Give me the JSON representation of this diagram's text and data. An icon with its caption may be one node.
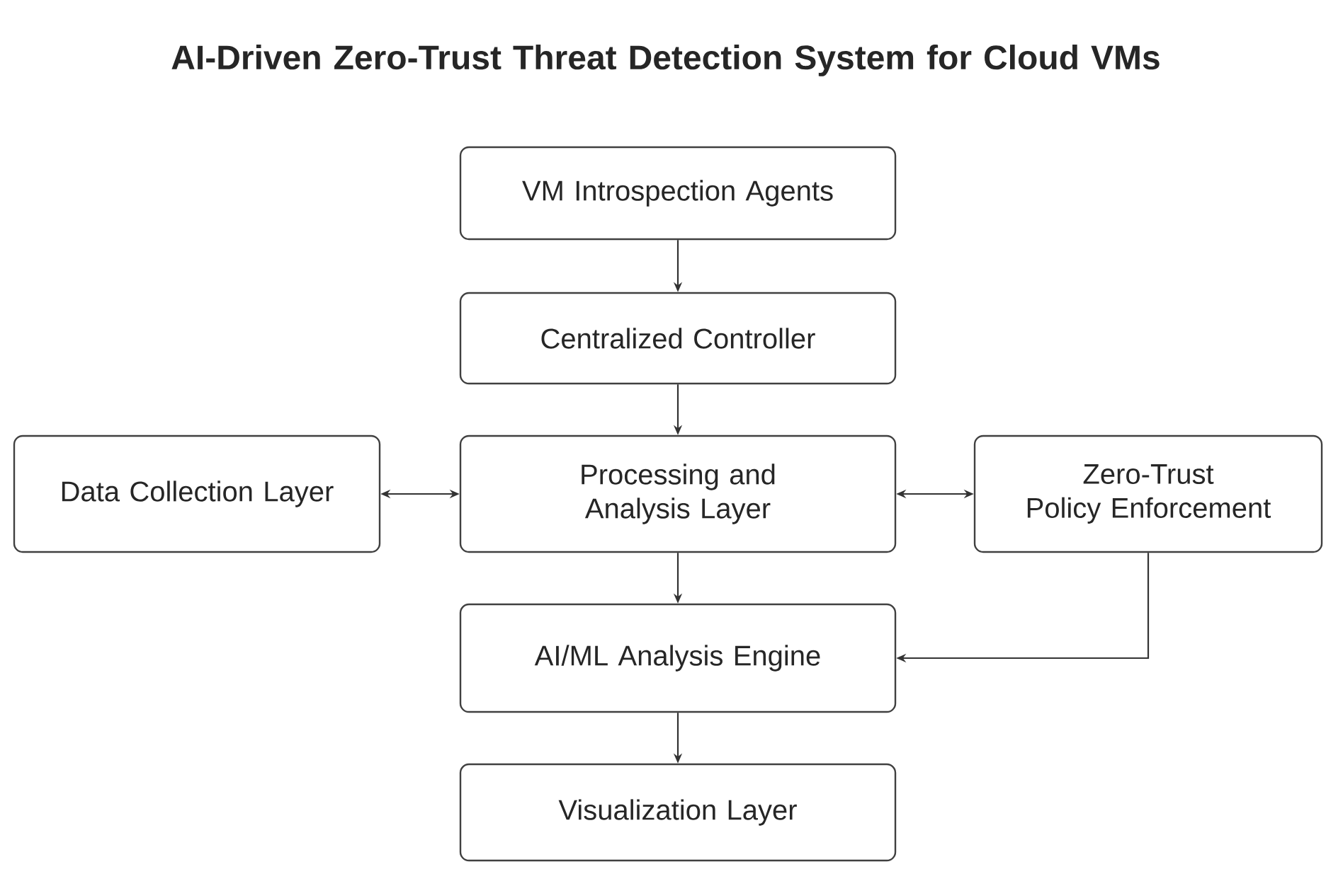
{
  "diagram": {
    "title": "AI-Driven Zero-Trust Threat Detection System for Cloud VMs",
    "nodes": [
      {
        "text": [
          "VM Introspection Agents"
        ]
      },
      {
        "text": [
          "Centralized Controller"
        ]
      },
      {
        "text": [
          "Data Collection Layer"
        ]
      },
      {
        "text": [
          "Processing and Analysis Layer"
        ]
      },
      {
        "text": [
          "Zero-Trust Policy Enforcement"
        ]
      },
      {
        "text": [
          "AI/ML Analysis Engine"
        ]
      },
      {
        "text": [
          "Visualization Layer"
        ]
      }
    ],
    "edges": [
      {
        "from": 0,
        "to": 1,
        "arrow": "to"
      },
      {
        "from": 1,
        "to": 3,
        "arrow": "to"
      },
      {
        "from": 2,
        "to": 3,
        "arrow": "both"
      },
      {
        "from": 3,
        "to": 4,
        "arrow": "both"
      },
      {
        "from": 3,
        "to": 5,
        "arrow": "to"
      },
      {
        "from": 4,
        "to": 5,
        "arrow": "to"
      },
      {
        "from": 5,
        "to": 6,
        "arrow": "to"
      }
    ]
  }
}
